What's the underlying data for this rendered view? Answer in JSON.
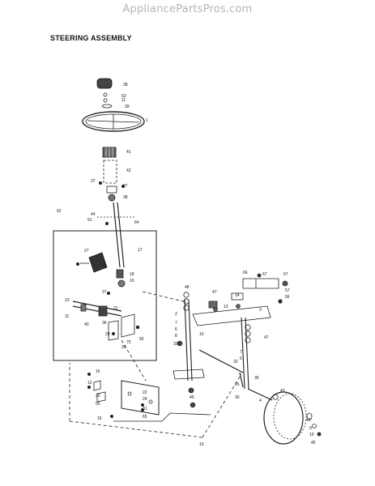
{
  "watermark": "AppliancePartsPros.com",
  "title": "STEERING ASSEMBLY",
  "callouts": [
    {
      "text": "38"
    },
    {
      "text": "63"
    },
    {
      "text": "11"
    },
    {
      "text": "39"
    },
    {
      "text": "1"
    },
    {
      "text": "41"
    },
    {
      "text": "42"
    },
    {
      "text": "37"
    },
    {
      "text": "27"
    },
    {
      "text": "38"
    },
    {
      "text": "44"
    },
    {
      "text": "64"
    },
    {
      "text": "51"
    },
    {
      "text": "62"
    },
    {
      "text": "17"
    },
    {
      "text": "27"
    },
    {
      "text": "18"
    },
    {
      "text": "19"
    },
    {
      "text": "27"
    },
    {
      "text": "23"
    },
    {
      "text": "11"
    },
    {
      "text": "40"
    },
    {
      "text": "21"
    },
    {
      "text": "36"
    },
    {
      "text": "29"
    },
    {
      "text": "75"
    },
    {
      "text": "50"
    },
    {
      "text": "28"
    },
    {
      "text": "48"
    },
    {
      "text": "47"
    },
    {
      "text": "13"
    },
    {
      "text": "14"
    },
    {
      "text": "2"
    },
    {
      "text": "7"
    },
    {
      "text": "6"
    },
    {
      "text": "8"
    },
    {
      "text": "33"
    },
    {
      "text": "10"
    },
    {
      "text": "66"
    },
    {
      "text": "67"
    },
    {
      "text": "67"
    },
    {
      "text": "57"
    },
    {
      "text": "56"
    },
    {
      "text": "3"
    },
    {
      "text": "47"
    },
    {
      "text": "32"
    },
    {
      "text": "7"
    },
    {
      "text": "6"
    },
    {
      "text": "35"
    },
    {
      "text": "4"
    },
    {
      "text": "26"
    },
    {
      "text": "30"
    },
    {
      "text": "43"
    },
    {
      "text": "16"
    },
    {
      "text": "12"
    },
    {
      "text": "25"
    },
    {
      "text": "55"
    },
    {
      "text": "22"
    },
    {
      "text": "24"
    },
    {
      "text": "31"
    },
    {
      "text": "65"
    },
    {
      "text": "15"
    },
    {
      "text": "40"
    },
    {
      "text": "10"
    },
    {
      "text": "43"
    },
    {
      "text": "9"
    },
    {
      "text": "10"
    },
    {
      "text": "45"
    }
  ]
}
